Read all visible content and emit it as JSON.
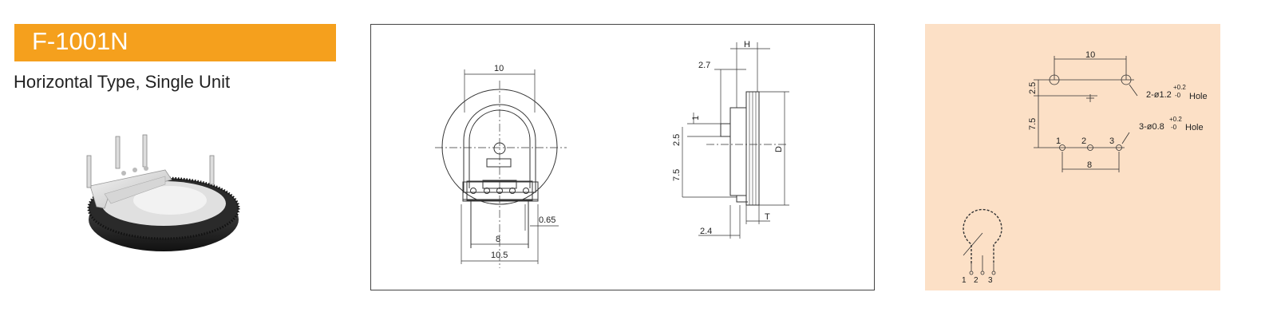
{
  "header": {
    "model": "F-1001N",
    "subtitle": "Horizontal Type, Single Unit"
  },
  "colors": {
    "accent": "#f5a01d",
    "panel_bg": "#fce0c6",
    "line": "#333333"
  },
  "front_view": {
    "dim_top": "10",
    "dim_pin_pitch": "8",
    "dim_width": "10.5",
    "dim_pin": "0.65"
  },
  "side_view": {
    "dim_h": "H",
    "dim_27": "2.7",
    "dim_1": "1",
    "dim_25": "2.5",
    "dim_75": "7.5",
    "dim_d": "D",
    "dim_t": "T",
    "dim_24": "2.4"
  },
  "pcb_layout": {
    "dim_top": "10",
    "dim_left_upper": "2.5",
    "dim_left_lower": "7.5",
    "dim_bottom": "8",
    "hole_note_1": "2-ø1.2",
    "hole_tol_1_upper": "+0.2",
    "hole_tol_1_lower": "-0",
    "hole_word_1": "Hole",
    "hole_note_2": "3-ø0.8",
    "hole_tol_2_upper": "+0.2",
    "hole_tol_2_lower": "-0",
    "hole_word_2": "Hole",
    "pins": [
      "1",
      "2",
      "3"
    ]
  },
  "schematic": {
    "pins": [
      "1",
      "2",
      "3"
    ]
  }
}
